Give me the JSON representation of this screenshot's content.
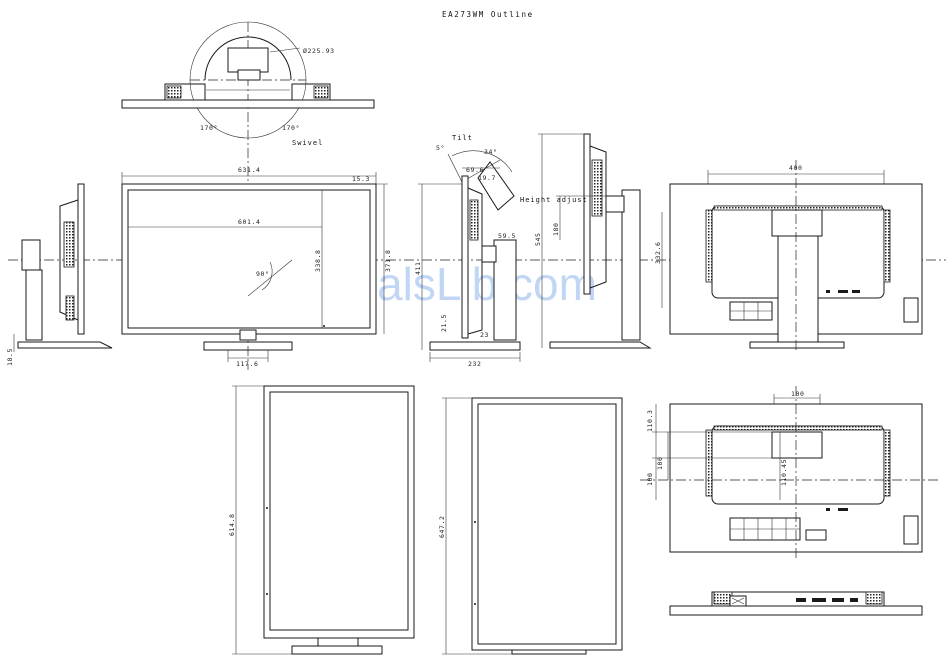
{
  "title": "EA273WM Outline",
  "watermark": "ManualsLib.com",
  "labels": {
    "swivel": "Swivel",
    "tilt": "Tilt",
    "height_adjust": "Height adjust"
  },
  "dims": {
    "diameter": "Ø225.93",
    "swivel_left": "170°",
    "swivel_right": "170°",
    "front_width": "631.4",
    "screen_width": "601.4",
    "bezel_top": "15.3",
    "screen_height": "338.8",
    "total_height": "371.8",
    "pivot_angle": "90°",
    "base_width": "117.6",
    "foot_height": "18.5",
    "tilt_back": "5°",
    "tilt_fwd": "34°",
    "depth_top": "69.6",
    "depth_top2": "19.7",
    "side_height": "411",
    "side_offset": "21.5",
    "side_neck": "59.5",
    "side_neck2": "23",
    "side_base": "232",
    "stroke": "545",
    "stroke2": "180",
    "rear_top": "400",
    "rear_side": "332.6",
    "portrait_left": "614.8",
    "portrait_right": "647.2",
    "vesa_width": "100",
    "vesa_h1": "110.3",
    "vesa_h2": "100",
    "vesa_h3": "100",
    "vesa_h4": "110.45"
  }
}
